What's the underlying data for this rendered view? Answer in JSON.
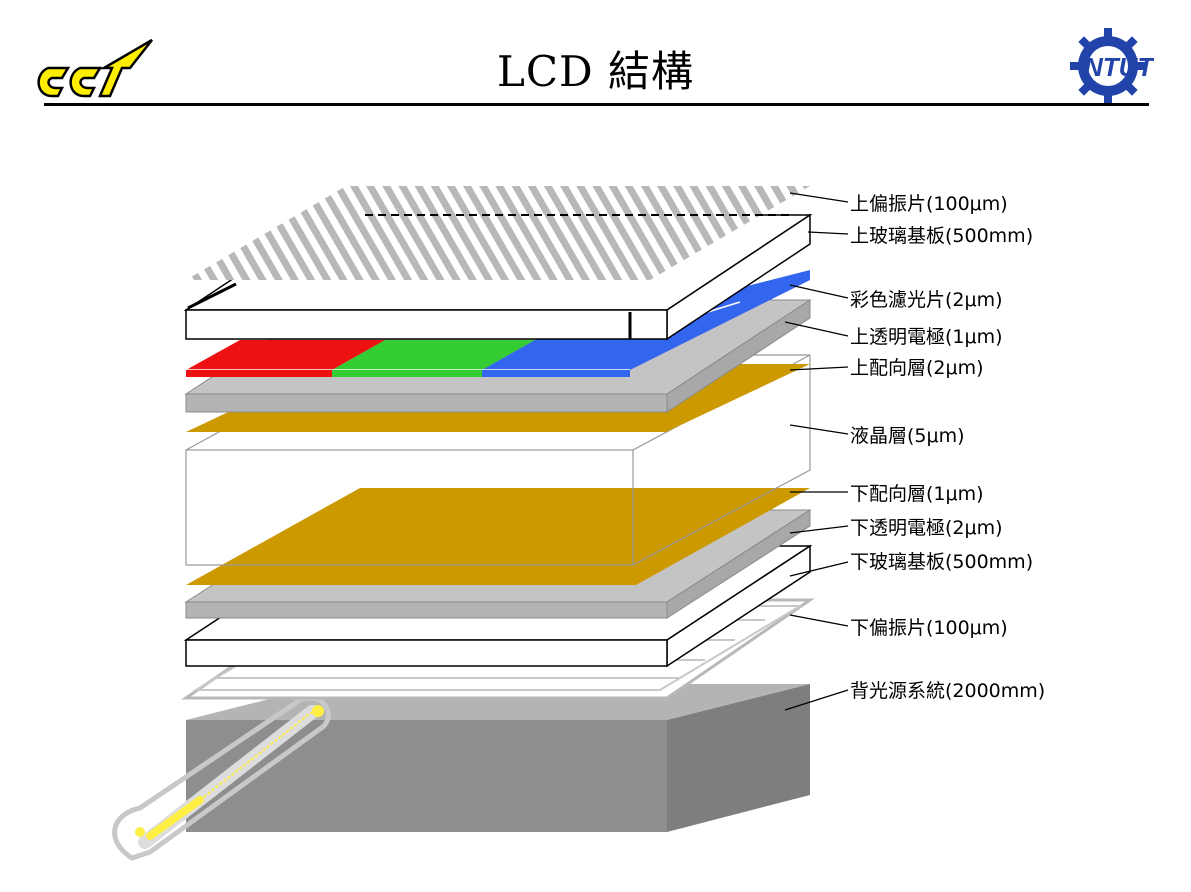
{
  "title": "LCD 結構",
  "logos": {
    "left_text": "CCT",
    "right_text": "NTUT"
  },
  "colors": {
    "red": "#ee1111",
    "green": "#33cc33",
    "blue": "#3366ee",
    "gold": "#cc9900",
    "gray": "#c4c4c4",
    "dark_gray": "#8c8c8c"
  },
  "layers": [
    {
      "id": "upper-polarizer",
      "label": "上偏振片(100μm)"
    },
    {
      "id": "upper-glass",
      "label": "上玻璃基板(500mm)"
    },
    {
      "id": "color-filter",
      "label": "彩色濾光片(2μm)"
    },
    {
      "id": "upper-electrode",
      "label": "上透明電極(1μm)"
    },
    {
      "id": "upper-alignment",
      "label": "上配向層(2μm)"
    },
    {
      "id": "liquid-crystal",
      "label": "液晶層(5μm)"
    },
    {
      "id": "lower-alignment",
      "label": "下配向層(1μm)"
    },
    {
      "id": "lower-electrode",
      "label": "下透明電極(2μm)"
    },
    {
      "id": "lower-glass",
      "label": "下玻璃基板(500mm)"
    },
    {
      "id": "lower-polarizer",
      "label": "下偏振片(100μm)"
    },
    {
      "id": "backlight",
      "label": "背光源系統(2000mm)"
    }
  ]
}
